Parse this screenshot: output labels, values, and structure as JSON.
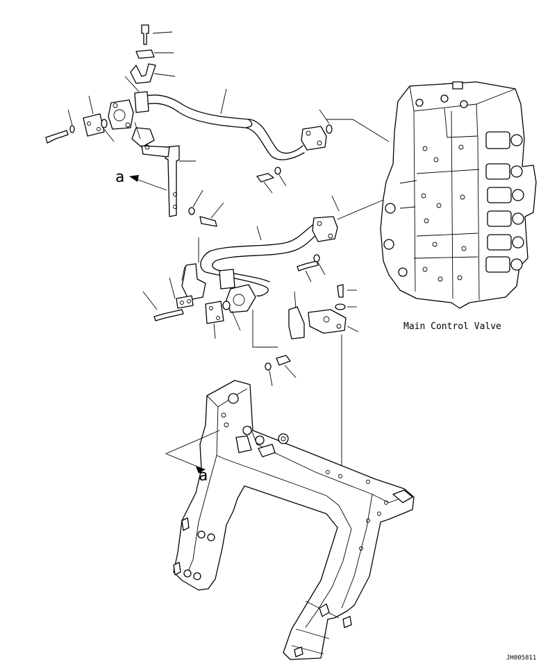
{
  "labels": {
    "component_name": "Main Control Valve",
    "view_marker_top": "a",
    "view_marker_bottom": "a",
    "drawing_code": "JH005811"
  }
}
